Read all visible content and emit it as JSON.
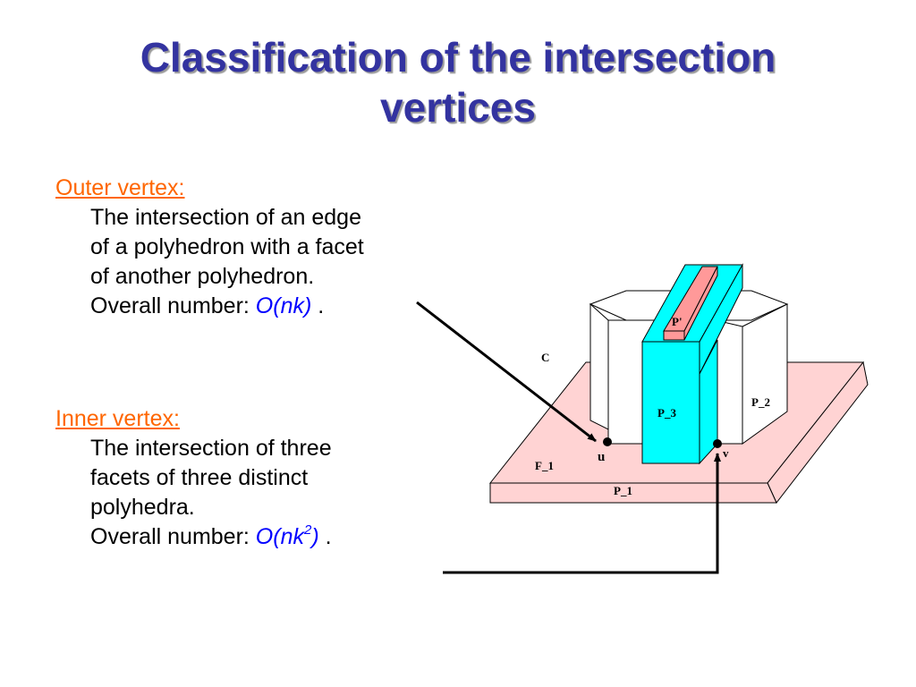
{
  "title": [
    "Classification of the intersection",
    "vertices"
  ],
  "outer": {
    "heading": "Outer vertex:",
    "lines": [
      "The intersection of an edge",
      "of a polyhedron with a facet",
      "of another polyhedron."
    ],
    "overall_label": "Overall number: ",
    "complexity": "O(nk)",
    "end": " ."
  },
  "inner": {
    "heading": "Inner vertex:",
    "lines": [
      "The intersection of three",
      "facets of three distinct",
      "polyhedra."
    ],
    "overall_label": "Overall number: ",
    "complexity": "O(nk",
    "exponent": "2",
    "complexity_close": ")",
    "end": " ."
  },
  "diagram": {
    "labels": {
      "p_prime": "P'",
      "c": "C",
      "p3": "P_3",
      "p2": "P_2",
      "f1": "F_1",
      "p1": "P_1",
      "u": "u",
      "v": "v"
    },
    "colors": {
      "title": "#3333a0",
      "heading": "#ff6600",
      "math": "#0000ff",
      "base_fill": "#ffd3d3",
      "prism_fill": "#ffffff",
      "cyan_fill": "#00ffff",
      "pink_bar": "#ff9999"
    }
  }
}
